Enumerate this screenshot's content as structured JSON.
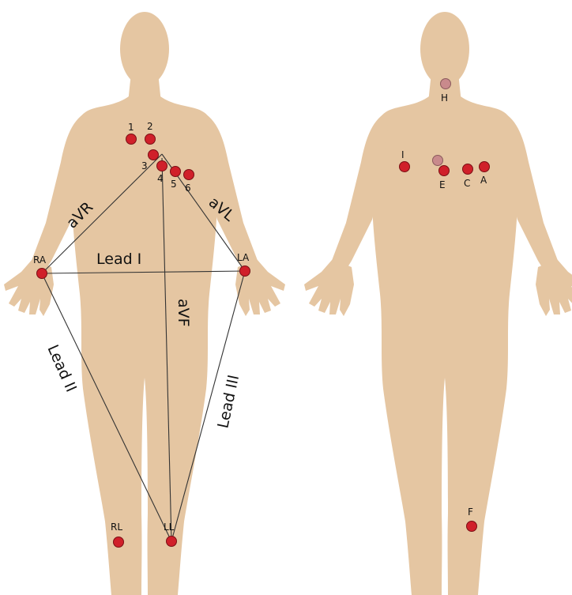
{
  "colors": {
    "skin": "#e5c6a2",
    "electrode": "#d0202a",
    "electrode_light": "#c98a8c",
    "line": "#333333"
  },
  "front": {
    "leads": {
      "lead_i": "Lead I",
      "lead_ii": "Lead II",
      "lead_iii": "Lead III",
      "avr": "aVR",
      "avl": "aVL",
      "avf": "aVF"
    },
    "electrodes": {
      "v1": "1",
      "v2": "2",
      "v3": "3",
      "v4": "4",
      "v5": "5",
      "v6": "6",
      "ra": "RA",
      "la": "LA",
      "rl": "RL",
      "ll": "LL"
    }
  },
  "back": {
    "electrodes": {
      "h": "H",
      "i": "I",
      "e": "E",
      "c": "C",
      "a": "A",
      "f": "F"
    }
  }
}
